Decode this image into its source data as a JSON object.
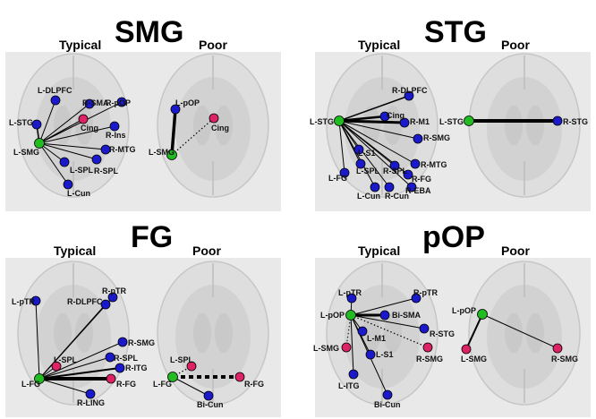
{
  "colors": {
    "seed": "#22bb22",
    "blue": "#1a1acc",
    "pink": "#dd2266",
    "edge": "#000000"
  },
  "panels": [
    {
      "id": "smg",
      "title": "SMG",
      "typical_label": "Typical",
      "poor_label": "Poor",
      "typical_nodes": [
        {
          "id": "l-smg",
          "label": "L-SMG",
          "color": "seed"
        },
        {
          "id": "l-stg",
          "label": "L-STG",
          "color": "blue"
        },
        {
          "id": "l-dlpfc",
          "label": "L-DLPFC",
          "color": "blue"
        },
        {
          "id": "r-sma",
          "label": "R-SMA",
          "color": "blue"
        },
        {
          "id": "r-pop",
          "label": "R-pOP",
          "color": "blue"
        },
        {
          "id": "cing",
          "label": "Cing",
          "color": "pink"
        },
        {
          "id": "r-ins",
          "label": "R-Ins",
          "color": "blue"
        },
        {
          "id": "r-mtg",
          "label": "R-MTG",
          "color": "blue"
        },
        {
          "id": "l-spl",
          "label": "L-SPL",
          "color": "blue"
        },
        {
          "id": "r-spl",
          "label": "R-SPL",
          "color": "blue"
        },
        {
          "id": "l-cun",
          "label": "L-Cun",
          "color": "blue"
        }
      ],
      "poor_nodes": [
        {
          "id": "l-pop",
          "label": "L-pOP",
          "color": "blue"
        },
        {
          "id": "cing",
          "label": "Cing",
          "color": "pink"
        },
        {
          "id": "l-smg",
          "label": "L-SMG",
          "color": "seed"
        }
      ]
    },
    {
      "id": "stg",
      "title": "STG",
      "typical_label": "Typical",
      "poor_label": "Poor",
      "typical_nodes": [
        {
          "id": "l-stg",
          "label": "L-STG",
          "color": "seed"
        },
        {
          "id": "r-dlpfc",
          "label": "R-DLPFC",
          "color": "blue"
        },
        {
          "id": "cing",
          "label": "Cing",
          "color": "blue"
        },
        {
          "id": "r-m1",
          "label": "R-M1",
          "color": "blue"
        },
        {
          "id": "r-smg",
          "label": "R-SMG",
          "color": "blue"
        },
        {
          "id": "l-s1",
          "label": "L-S1",
          "color": "blue"
        },
        {
          "id": "r-mtg",
          "label": "R-MTG",
          "color": "blue"
        },
        {
          "id": "l-spl",
          "label": "L-SPL",
          "color": "blue"
        },
        {
          "id": "r-spl",
          "label": "R-SPL",
          "color": "blue"
        },
        {
          "id": "r-fg",
          "label": "R-FG",
          "color": "blue"
        },
        {
          "id": "l-fg",
          "label": "L-FG",
          "color": "blue"
        },
        {
          "id": "r-eba",
          "label": "R-EBA",
          "color": "blue"
        },
        {
          "id": "l-cun",
          "label": "L-Cun",
          "color": "blue"
        },
        {
          "id": "r-cun",
          "label": "R-Cun",
          "color": "blue"
        }
      ],
      "poor_nodes": [
        {
          "id": "l-stg",
          "label": "L-STG",
          "color": "seed"
        },
        {
          "id": "r-stg",
          "label": "R-STG",
          "color": "blue"
        }
      ]
    },
    {
      "id": "fg",
      "title": "FG",
      "typical_label": "Typical",
      "poor_label": "Poor",
      "typical_nodes": [
        {
          "id": "l-ptr",
          "label": "L-pTR",
          "color": "blue"
        },
        {
          "id": "r-ptr",
          "label": "R-pTR",
          "color": "blue"
        },
        {
          "id": "r-dlpfc",
          "label": "R-DLPFC",
          "color": "blue"
        },
        {
          "id": "r-smg",
          "label": "R-SMG",
          "color": "blue"
        },
        {
          "id": "l-spl",
          "label": "L-SPL",
          "color": "pink"
        },
        {
          "id": "r-spl",
          "label": "R-SPL",
          "color": "blue"
        },
        {
          "id": "r-itg",
          "label": "R-ITG",
          "color": "blue"
        },
        {
          "id": "l-fg",
          "label": "L-FG",
          "color": "seed"
        },
        {
          "id": "r-fg",
          "label": "R-FG",
          "color": "pink"
        },
        {
          "id": "r-ling",
          "label": "R-LING",
          "color": "blue"
        }
      ],
      "poor_nodes": [
        {
          "id": "l-spl",
          "label": "L-SPL",
          "color": "pink"
        },
        {
          "id": "l-fg",
          "label": "L-FG",
          "color": "seed"
        },
        {
          "id": "r-fg",
          "label": "R-FG",
          "color": "pink"
        },
        {
          "id": "bi-cun",
          "label": "Bi-Cun",
          "color": "blue"
        }
      ]
    },
    {
      "id": "pop",
      "title": "pOP",
      "typical_label": "Typical",
      "poor_label": "Poor",
      "typical_nodes": [
        {
          "id": "l-ptr",
          "label": "L-pTR",
          "color": "blue"
        },
        {
          "id": "r-ptr",
          "label": "R-pTR",
          "color": "blue"
        },
        {
          "id": "l-pop",
          "label": "L-pOP",
          "color": "seed"
        },
        {
          "id": "bi-sma",
          "label": "Bi-SMA",
          "color": "blue"
        },
        {
          "id": "r-stg",
          "label": "R-STG",
          "color": "blue"
        },
        {
          "id": "l-m1",
          "label": "L-M1",
          "color": "blue"
        },
        {
          "id": "l-smg",
          "label": "L-SMG",
          "color": "pink"
        },
        {
          "id": "r-smg",
          "label": "R-SMG",
          "color": "pink"
        },
        {
          "id": "l-s1",
          "label": "L-S1",
          "color": "blue"
        },
        {
          "id": "l-itg",
          "label": "L-ITG",
          "color": "blue"
        },
        {
          "id": "bi-cun",
          "label": "Bi-Cun",
          "color": "blue"
        }
      ],
      "poor_nodes": [
        {
          "id": "l-pop",
          "label": "L-pOP",
          "color": "seed"
        },
        {
          "id": "l-smg",
          "label": "L-SMG",
          "color": "pink"
        },
        {
          "id": "r-smg",
          "label": "R-SMG",
          "color": "pink"
        }
      ]
    }
  ]
}
